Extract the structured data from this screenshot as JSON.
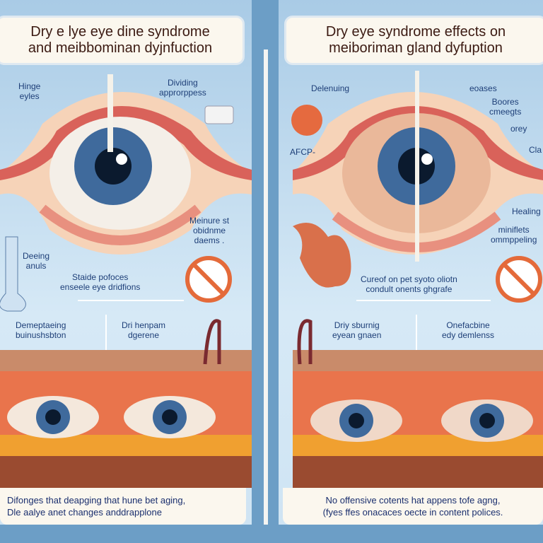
{
  "left": {
    "title_line1": "Dry e lye eye dine syndrome",
    "title_line2": "and meibbominan dyjnfuction",
    "labels": {
      "hinge_eyles": "Hinge\neyles",
      "dividing": "Dividing\napprorppess",
      "meinure": "Meinure st\nobidnme\ndaems .",
      "deeing": "Deeing\nanuls",
      "staide": "Staide pofoces\nenseele eye dridfions",
      "demeptaeing": "Demeptaeing\nbuinushsbton",
      "dri_henpam": "Dri henpam\ndgerene"
    },
    "caption_line1": "Difonges that deapging that hune bet aging,",
    "caption_line2": "Dle aalye anet changes anddrapplone"
  },
  "right": {
    "title_line1": "Dry eye syndrome effects on",
    "title_line2": "meiboriman gland dyfuption",
    "labels": {
      "delenuing": "Delenuing",
      "eoases": "eoases",
      "boores": "Boores\ncmeegts",
      "orey": "orey",
      "cla": "Cla",
      "afcp": "AFCP-",
      "healing": "Healing",
      "miniflets": "miniflets\nommppeling",
      "cureof": "Cureof on pet syoto oliotn\ncondult onents ghgrafe",
      "driy": "Driy sburnig\neyean gnaen",
      "onefaebine": "Onefacbine\nedy demlenss"
    },
    "caption_line1": "No offensive cotents hat appens tofe agng,",
    "caption_line2": "(fyes ffes onacaces oecte in content polices."
  },
  "colors": {
    "background": "#6c9ec6",
    "panel": "#d6e9f6",
    "iris": "#3f6a9c",
    "lid": "#e3867a",
    "fat": "#f0a030",
    "tissue": "#9a4b30",
    "text": "#1e3f78"
  }
}
